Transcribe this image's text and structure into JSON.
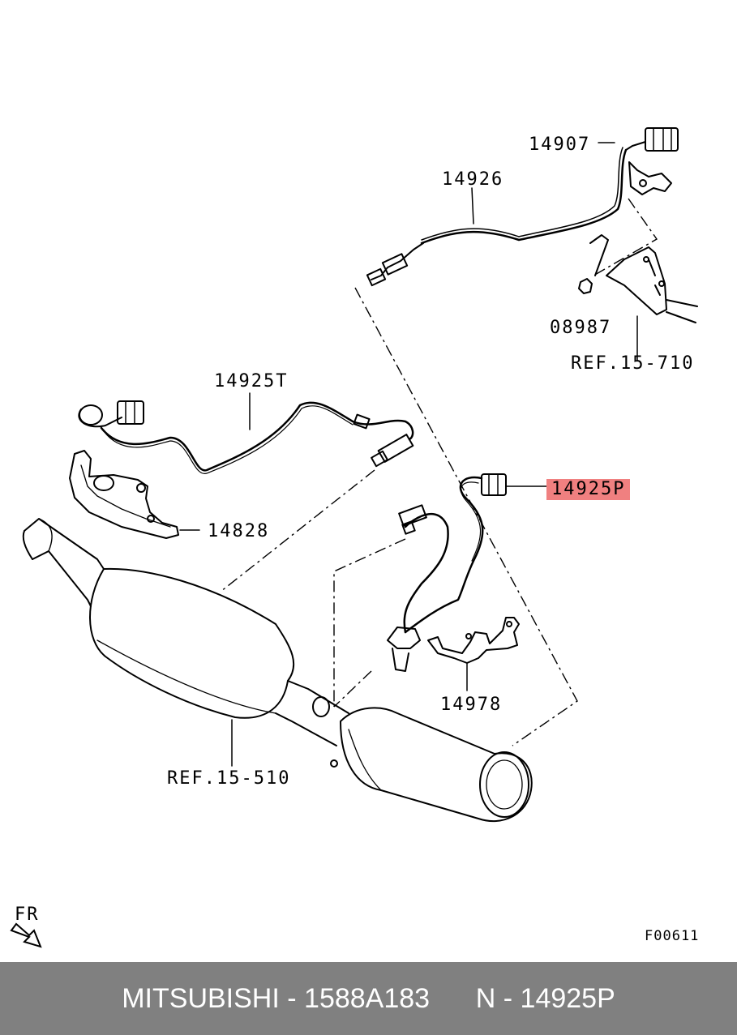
{
  "labels": {
    "p14907": "14907",
    "p14926": "14926",
    "p08987": "08987",
    "ref15710": "REF.15-710",
    "p14925T": "14925T",
    "p14828": "14828",
    "p14925P": "14925P",
    "p14978": "14978",
    "ref15510": "REF.15-510",
    "fr": "FR",
    "fig": "F00611"
  },
  "footer": {
    "brand": "MITSUBISHI",
    "part_number": "1588A183",
    "ref": "N - 14925P",
    "separator": " - "
  },
  "colors": {
    "highlight": "#f08080",
    "footer_bg": "#808080",
    "footer_text": "#ffffff"
  }
}
